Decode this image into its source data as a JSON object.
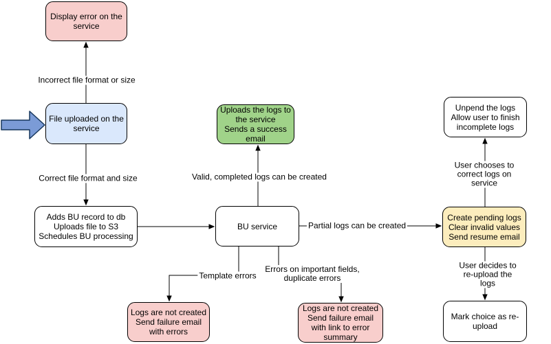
{
  "diagram": {
    "background": "#ffffff",
    "colors": {
      "node_border": "#000000",
      "edge_color": "#000000",
      "text_color": "#000000",
      "node_red_fill": "#f8cecc",
      "node_blue_fill": "#dae8fc",
      "node_green_fill": "#a0d389",
      "node_yellow_fill": "#fcedbd",
      "node_white_fill": "#ffffff",
      "pointer_arrow_fill": "#7b9bd6",
      "pointer_arrow_border": "#16365c"
    },
    "nodes": {
      "display_error": {
        "text": "Display error on the\nservice"
      },
      "file_uploaded": {
        "text": "File uploaded on the\nservice"
      },
      "adds_bu_record": {
        "text": "Adds BU record to db\nUploads file to S3\nSchedules BU processing"
      },
      "bu_service": {
        "text": "BU service"
      },
      "uploads_logs": {
        "text": "Uploads the logs to\nthe service\nSends a success\nemail"
      },
      "unpend_logs": {
        "text": "Unpend the logs\nAllow user to finish\nincomplete logs"
      },
      "create_pending_logs": {
        "text": "Create pending logs\nClear invalid values\nSend resume email"
      },
      "logs_not_created_errors": {
        "text": "Logs are not created\nSend failure email\nwith errors"
      },
      "logs_not_created_summary": {
        "text": "Logs are not created\nSend failure email\nwith link to error\nsummary"
      },
      "mark_reupload": {
        "text": "Mark choice as re-\nupload"
      }
    },
    "edge_labels": {
      "incorrect_file": "Incorrect file format or size",
      "correct_file": "Correct file format and size",
      "valid_completed": "Valid, completed logs can be created",
      "partial_logs": "Partial logs can be created",
      "template_errors": "Template errors",
      "important_fields": "Errors on important fields,\nduplicate errors",
      "user_chooses": "User chooses to correct logs on service",
      "user_decides": "User decides to re-upload the logs"
    }
  }
}
